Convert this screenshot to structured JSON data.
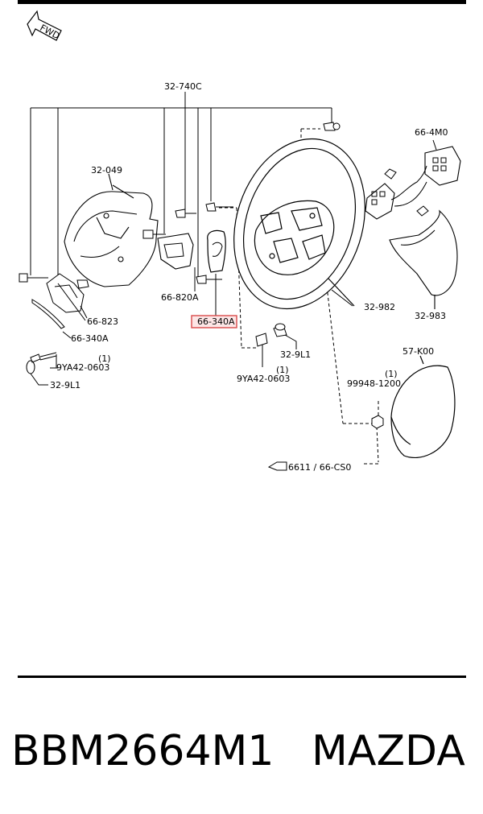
{
  "diagram": {
    "fwd_label": "FWD",
    "labels": {
      "l_32_740c": "32-740C",
      "l_32_049": "32-049",
      "l_66_4m0": "66-4M0",
      "l_66_820a": "66-820A",
      "l_66_340a_hl": "66-340A",
      "l_32_982": "32-982",
      "l_32_983": "32-983",
      "l_66_823": "66-823",
      "l_66_340a": "66-340A",
      "l_q1_left": "(1)",
      "l_9ya42_left": "9YA42-0603",
      "l_32_9l1_left": "32-9L1",
      "l_32_9l1_mid": "32-9L1",
      "l_q1_mid": "(1)",
      "l_9ya42_mid": "9YA42-0603",
      "l_57_k00": "57-K00",
      "l_q1_right": "(1)",
      "l_99948": "99948-1200",
      "l_ref": "6611 / 66-CS0"
    }
  },
  "caption": {
    "part_number": "BBM2664M1",
    "brand": "MAZDA"
  },
  "colors": {
    "highlight_border": "#d94a4a",
    "highlight_fill": "#fde6e6"
  }
}
